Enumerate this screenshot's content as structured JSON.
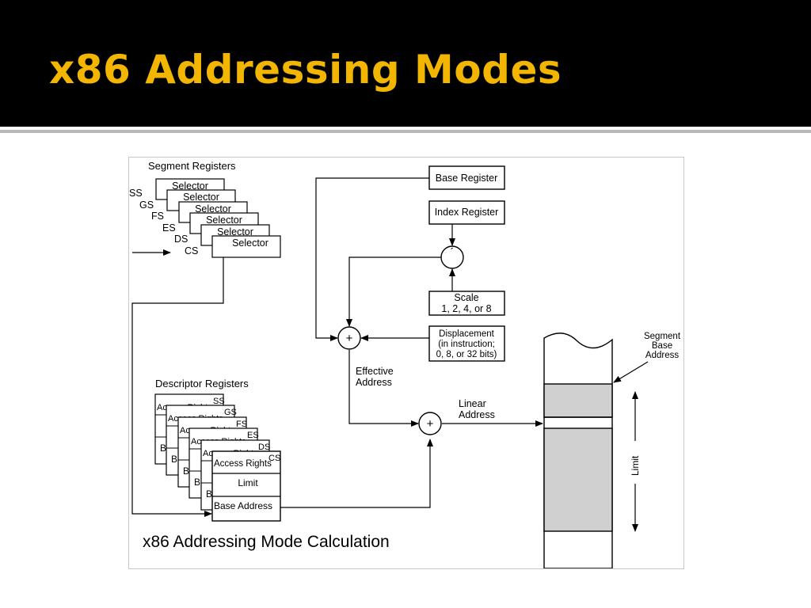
{
  "slide": {
    "title": "x86 Addressing Modes",
    "caption": "x86 Addressing Mode Calculation"
  },
  "colors": {
    "header_bg": "#000000",
    "title": "#f2b600",
    "segment_fill": "#d0d0d0"
  },
  "diagram": {
    "segment_registers": {
      "label": "Segment Registers",
      "names": [
        "SS",
        "GS",
        "FS",
        "ES",
        "DS",
        "CS"
      ],
      "selector_label": "Selector"
    },
    "descriptor_registers": {
      "label": "Descriptor Registers",
      "names": [
        "SS",
        "GS",
        "FS",
        "ES",
        "DS",
        "CS"
      ],
      "access_rights": "Access Rights",
      "limit": "Limit",
      "base_address": "Base Address",
      "base_abbrev": "B"
    },
    "base_register": "Base Register",
    "index_register": "Index Register",
    "scale": {
      "line1": "Scale",
      "line2": "1, 2, 4, or 8"
    },
    "displacement": {
      "line1": "Displacement",
      "line2": "(in instruction;",
      "line3": "0, 8, or 32 bits)"
    },
    "multiply_symbol": "´",
    "plus_symbol": "+",
    "effective_address": {
      "line1": "Effective",
      "line2": "Address"
    },
    "linear_address": {
      "line1": "Linear",
      "line2": "Address"
    },
    "segment_base_address": {
      "line1": "Segment",
      "line2": "Base",
      "line3": "Address"
    },
    "limit_label": "Limit"
  }
}
